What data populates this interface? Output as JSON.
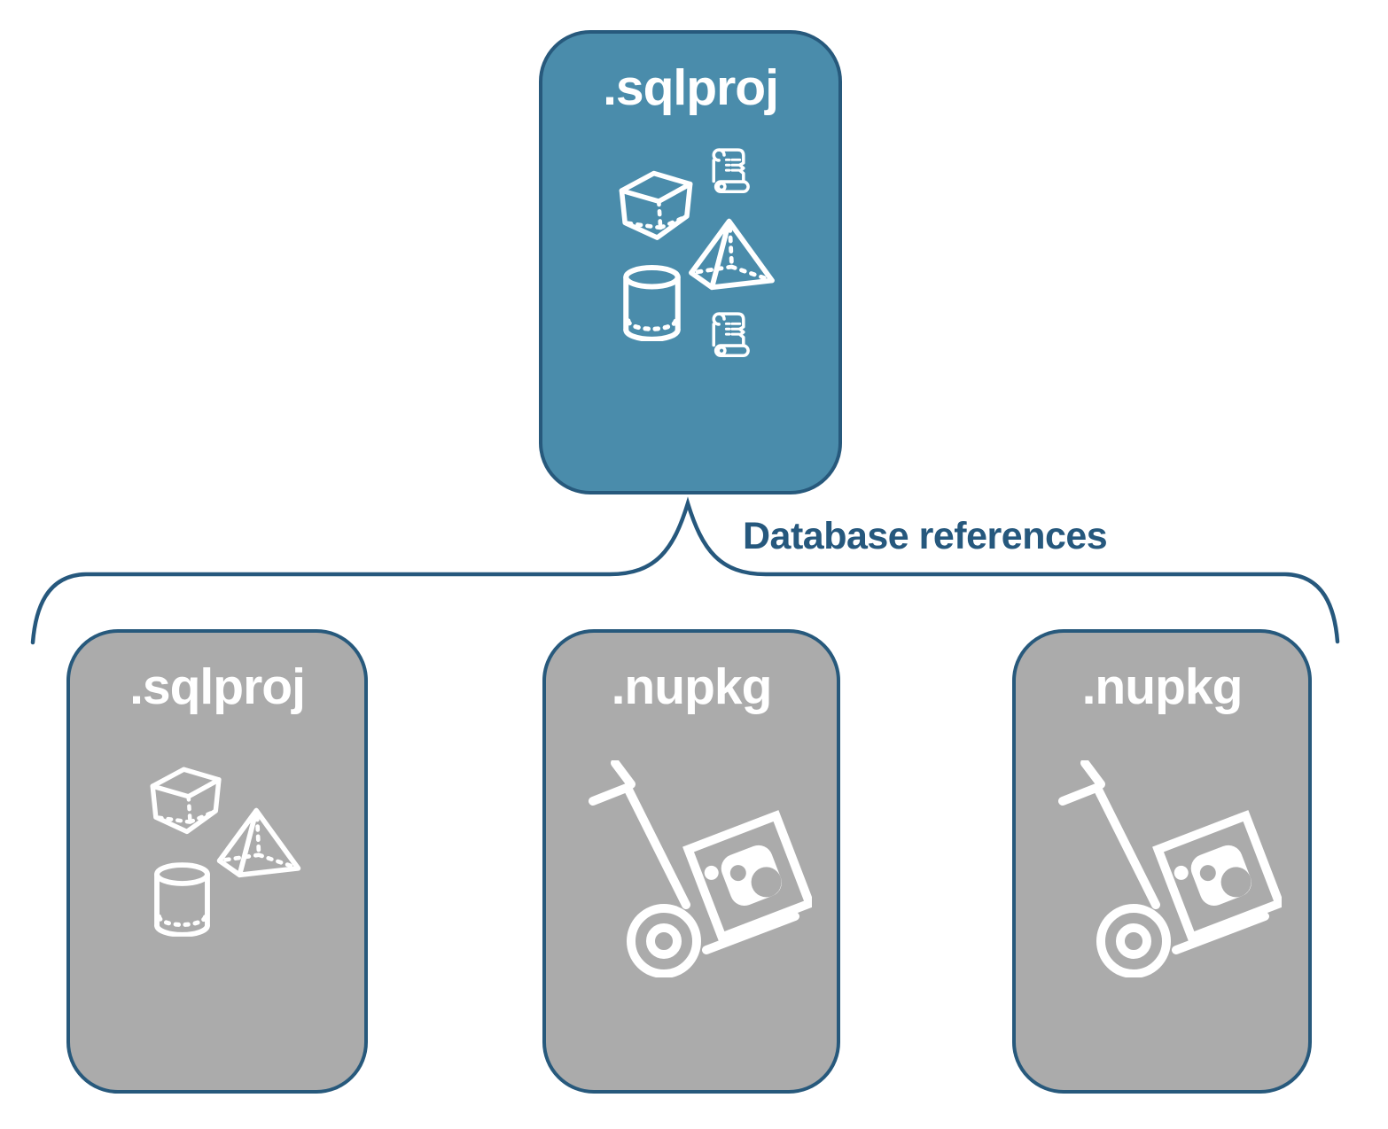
{
  "diagram": {
    "root_box": {
      "label": ".sqlproj",
      "icons": [
        "script-scroll-icon",
        "cube-icon",
        "pyramid-icon",
        "database-cylinder-icon",
        "script-scroll-icon"
      ]
    },
    "connector_label": "Database references",
    "child_boxes": [
      {
        "label": ".sqlproj",
        "icons": [
          "cube-icon",
          "pyramid-icon",
          "database-cylinder-icon"
        ]
      },
      {
        "label": ".nupkg",
        "icons": [
          "nuget-package-dolly-icon"
        ]
      },
      {
        "label": ".nupkg",
        "icons": [
          "nuget-package-dolly-icon"
        ]
      }
    ],
    "colors": {
      "root_fill": "#4a8cab",
      "child_fill": "#ababab",
      "outline": "#27597c",
      "connector_stroke": "#26587d",
      "label_text": "#26587d",
      "icon_stroke": "#ffffff"
    }
  }
}
